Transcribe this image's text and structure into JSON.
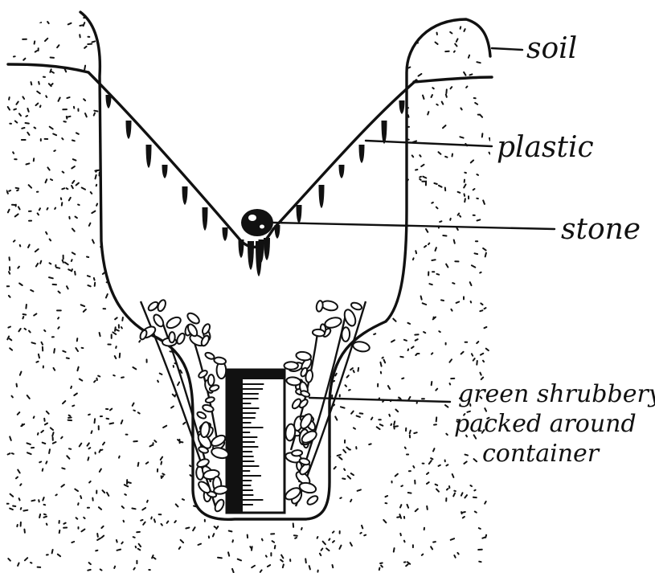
{
  "labels": {
    "soil": "soil",
    "plastic": "plastic",
    "stone": "stone",
    "shrubbery_line1": "green shrubbery",
    "shrubbery_line2": "packed around",
    "shrubbery_line3": "container"
  },
  "colors": {
    "ink": "#111111",
    "paper": "#ffffff"
  }
}
